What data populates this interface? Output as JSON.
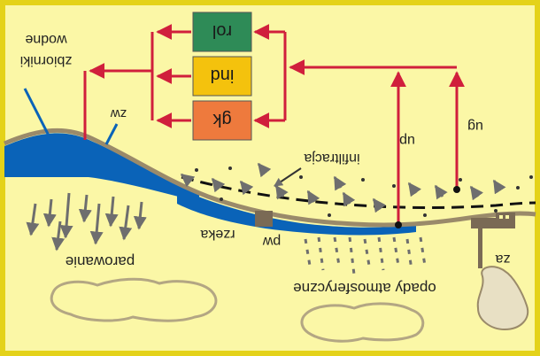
{
  "boxes": {
    "top": {
      "label": "rol",
      "color": "#2e8b57"
    },
    "middle": {
      "label": "ind",
      "color": "#f4c20d"
    },
    "bottom": {
      "label": "gk",
      "color": "#ee7a3d"
    }
  },
  "labels": {
    "water_bodies_line1": "wodne",
    "water_bodies_line2": "zbiorniki",
    "zw": "zw",
    "infiltration": "infiltracja",
    "river": "rzeka",
    "pw": "pw",
    "evaporation": "parowanie",
    "precipitation": "opady atmosferyczne",
    "up": "up",
    "ug": "ug",
    "za": "za"
  },
  "colors": {
    "frame": "#e4d219",
    "background": "#fbf7a6",
    "water": "#0a63b8",
    "arrows_flow": "#d01f3c",
    "ground_line": "#9a8a6a"
  }
}
